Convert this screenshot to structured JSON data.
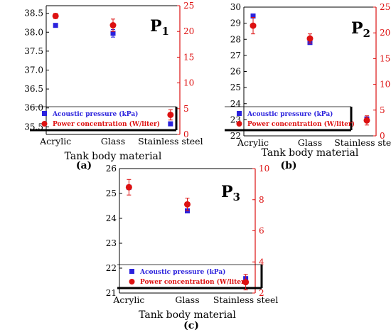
{
  "chart_data": [
    {
      "type": "scatter",
      "panel_label": "P",
      "panel_sub": "1",
      "caption": "(a)",
      "xlabel": "Tank body material",
      "categories": [
        "Acrylic",
        "Glass",
        "Stainless steel"
      ],
      "left_axis": {
        "ylim": [
          35.3,
          38.7
        ],
        "ticks": [
          "35.5",
          "36.0",
          "36.5",
          "37.0",
          "37.5",
          "38.0",
          "38.5"
        ],
        "color": "#000000"
      },
      "right_axis": {
        "ylim": [
          0,
          25
        ],
        "ticks": [
          "0",
          "5",
          "10",
          "15",
          "20",
          "25"
        ],
        "color": "#dd1111"
      },
      "series": [
        {
          "name": "Acoustic pressure (kPa)",
          "axis": "left",
          "marker": "square",
          "color": "#2b22dd",
          "values": [
            38.18,
            37.97,
            35.58
          ],
          "errors": [
            0.04,
            0.1,
            0.03
          ]
        },
        {
          "name": "Power concentration (W/liter)",
          "axis": "right",
          "marker": "circle",
          "color": "#dd1111",
          "values": [
            23.0,
            21.2,
            3.8
          ],
          "errors": [
            0.5,
            1.2,
            1.0
          ]
        }
      ]
    },
    {
      "type": "scatter",
      "panel_label": "P",
      "panel_sub": "2",
      "caption": "(b)",
      "xlabel": "Tank body material",
      "categories": [
        "Acrylic",
        "Glass",
        "Stainless steel"
      ],
      "left_axis": {
        "ylim": [
          22.0,
          30.0
        ],
        "ticks": [
          "22",
          "23",
          "24",
          "25",
          "26",
          "27",
          "28",
          "29",
          "30"
        ],
        "color": "#000000"
      },
      "right_axis": {
        "ylim": [
          0,
          25
        ],
        "ticks": [
          "0",
          "5",
          "10",
          "15",
          "20",
          "25"
        ],
        "color": "#dd1111"
      },
      "series": [
        {
          "name": "Acoustic pressure (kPa)",
          "axis": "left",
          "marker": "square",
          "color": "#2b22dd",
          "values": [
            29.45,
            27.8,
            23.05
          ],
          "errors": [
            0.05,
            0.1,
            0.05
          ]
        },
        {
          "name": "Power concentration (W/liter)",
          "axis": "right",
          "marker": "circle",
          "color": "#dd1111",
          "values": [
            21.4,
            18.9,
            3.0
          ],
          "errors": [
            1.6,
            0.9,
            0.9
          ]
        }
      ]
    },
    {
      "type": "scatter",
      "panel_label": "P",
      "panel_sub": "3",
      "caption": "(c)",
      "xlabel": "Tank body material",
      "categories": [
        "Acrylic",
        "Glass",
        "Stainless steel"
      ],
      "left_axis": {
        "ylim": [
          21.0,
          26.0
        ],
        "ticks": [
          "21",
          "22",
          "23",
          "24",
          "25",
          "26"
        ],
        "color": "#000000"
      },
      "right_axis": {
        "ylim": [
          2,
          10
        ],
        "ticks": [
          "2",
          "4",
          "6",
          "8",
          "10"
        ],
        "color": "#dd1111"
      },
      "series": [
        {
          "name": "Acoustic pressure (kPa)",
          "axis": "left",
          "marker": "square",
          "color": "#2b22dd",
          "values": [
            25.25,
            24.3,
            21.58
          ],
          "errors": [
            0.05,
            0.05,
            0.05
          ]
        },
        {
          "name": "Power concentration (W/liter)",
          "axis": "right",
          "marker": "circle",
          "color": "#dd1111",
          "values": [
            8.8,
            7.7,
            2.7
          ],
          "errors": [
            0.5,
            0.4,
            0.5
          ]
        }
      ]
    }
  ]
}
